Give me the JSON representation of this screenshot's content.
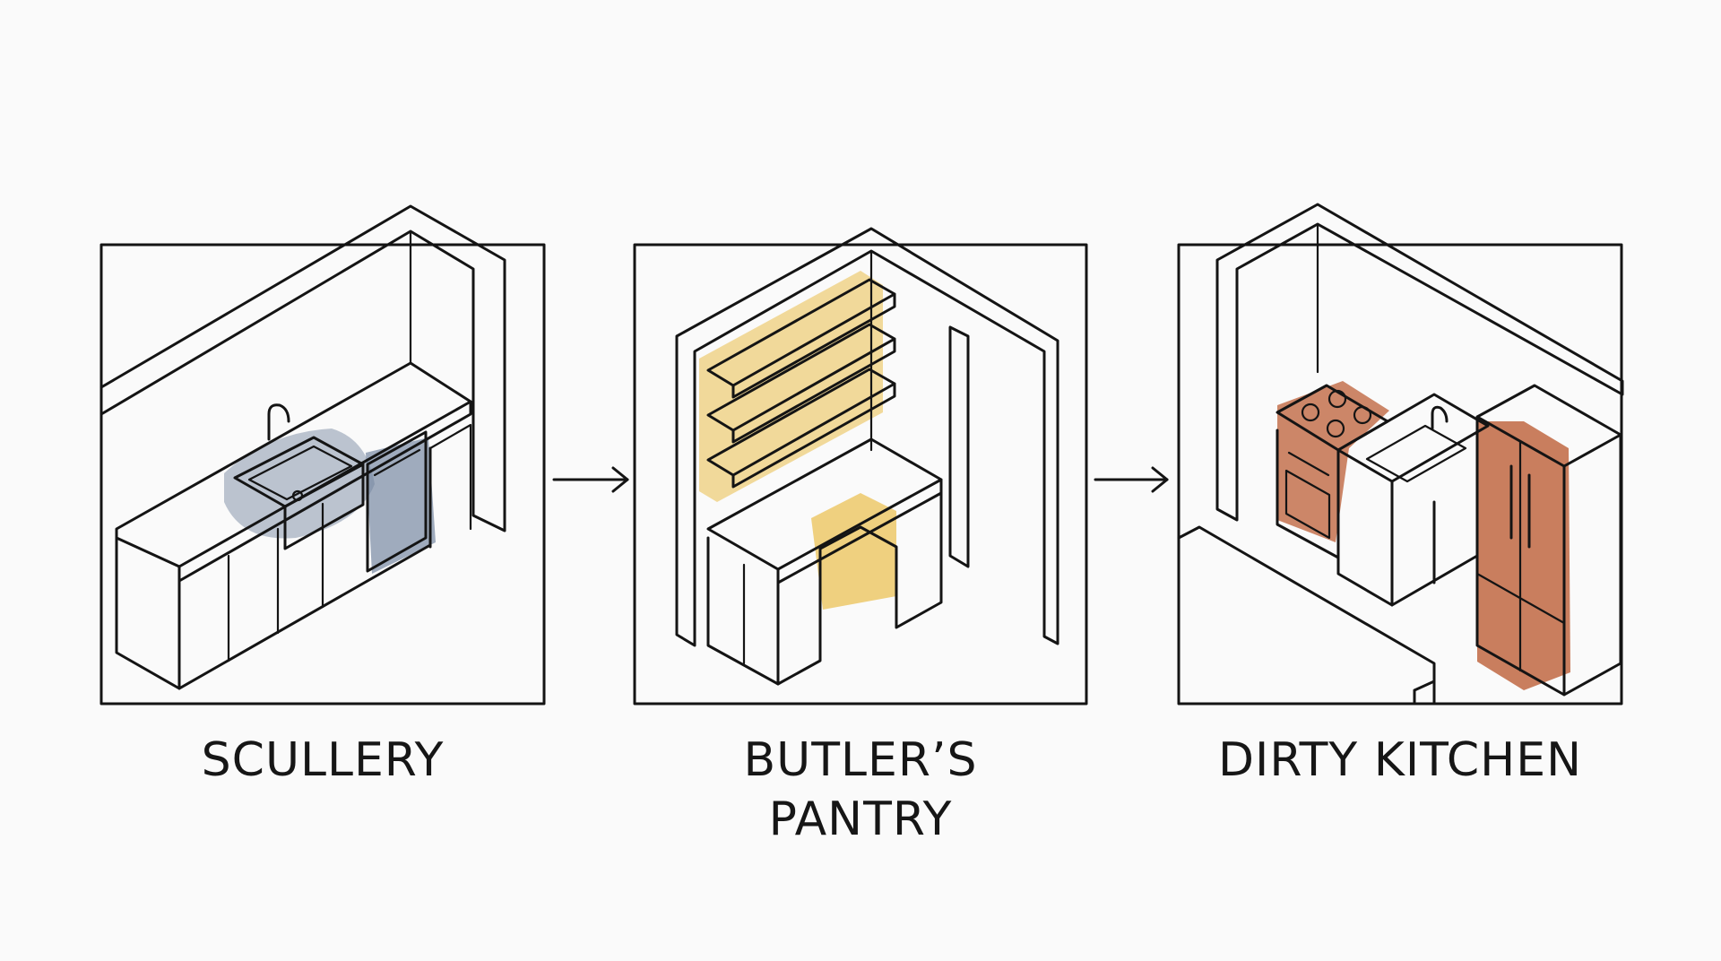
{
  "panels": [
    {
      "id": "scullery",
      "label_lines": [
        "SCULLERY"
      ],
      "highlight": "sink-and-dishwasher",
      "highlight_color": "#6e819c"
    },
    {
      "id": "butlers-pantry",
      "label_lines": [
        "BUTLER’S",
        "PANTRY"
      ],
      "highlight": "shelves-and-cabinet-nook",
      "highlight_color": "#e9be4a"
    },
    {
      "id": "dirty-kitchen",
      "label_lines": [
        "DIRTY KITCHEN"
      ],
      "highlight": "range-and-refrigerator",
      "highlight_color": "#b8542a"
    }
  ],
  "connectors": [
    {
      "from": "scullery",
      "to": "butlers-pantry",
      "icon": "arrow-right-icon"
    },
    {
      "from": "butlers-pantry",
      "to": "dirty-kitchen",
      "icon": "arrow-right-icon"
    }
  ],
  "colors": {
    "ink": "#141414",
    "background": "#fafafa"
  }
}
